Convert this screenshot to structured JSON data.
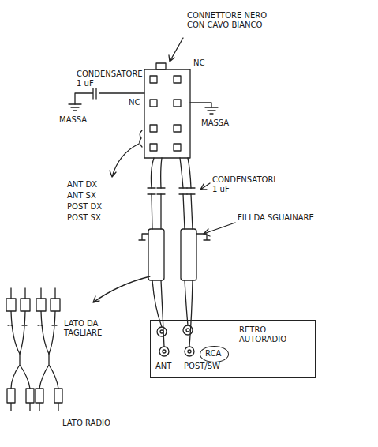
{
  "diagram": {
    "nodes": [
      {
        "text": [
          "RETRO AUTORADIO"
        ]
      },
      {
        "text": [
          "RCA"
        ],
        "in": 0
      }
    ],
    "labels": [
      "CONNETTORE NERO CON CAVO BIANCO",
      "NC",
      "CONDENSATORE 1 uF",
      "NC",
      "MASSA",
      "MASSA",
      "ANT DX",
      "ANT SX",
      "POST DX",
      "POST SX",
      "CONDENSATORI 1 uF",
      "FILI DA SGUAINARE",
      "ANT",
      "POST/SW",
      "LATO DA TAGLIARE",
      "LATO RADIO"
    ]
  }
}
